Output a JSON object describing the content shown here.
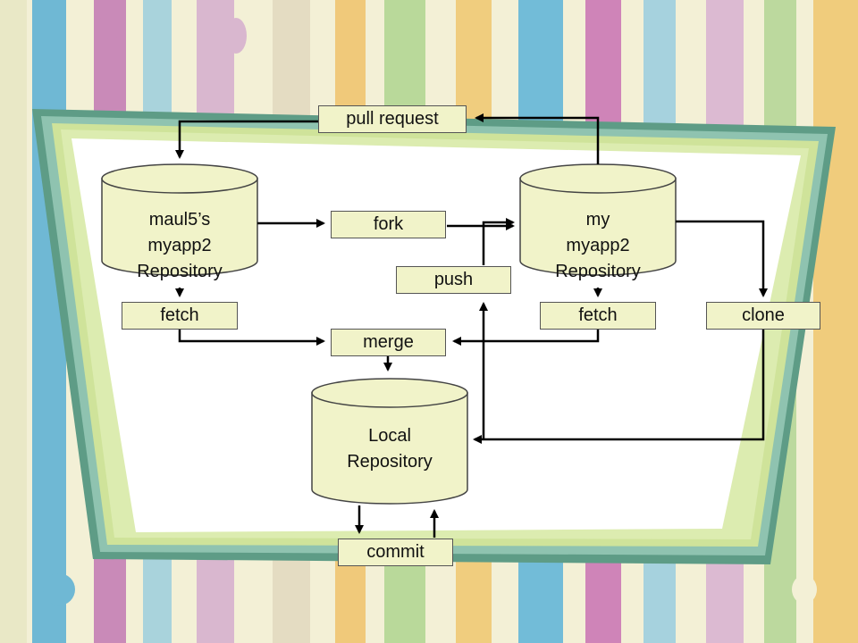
{
  "repos": {
    "upstream": [
      "maul5’s",
      "myapp2",
      "Repository"
    ],
    "mine": [
      "my",
      "myapp2",
      "Repository"
    ],
    "local": [
      "Local",
      "Repository"
    ]
  },
  "actions": {
    "pull_request": "pull request",
    "fork": "fork",
    "push": "push",
    "fetch_upstream": "fetch",
    "fetch_mine": "fetch",
    "clone": "clone",
    "merge": "merge",
    "commit": "commit"
  },
  "colors": {
    "label_fill": "#f1f3c9",
    "cylinder_fill": "#f1f3c9",
    "arrow": "#000000",
    "frame_outer": "#5e9c86",
    "frame_mid": "#8fc3b0",
    "frame_inner": "#cfe39a"
  }
}
